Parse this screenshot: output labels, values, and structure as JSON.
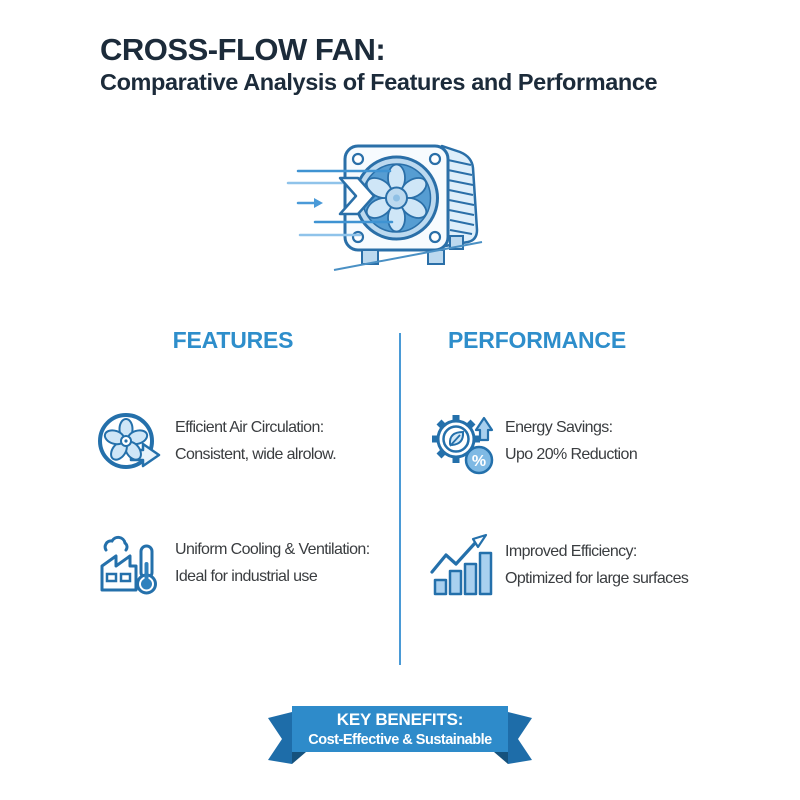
{
  "header": {
    "title": "CROSS-FLOW FAN:",
    "subtitle": "Comparative Analysis of Features and Performance"
  },
  "illustration": {
    "name": "cross-flow fan with airflow arrows"
  },
  "features": {
    "heading": "FEATURES",
    "items": [
      {
        "icon": "fan-circulation-icon",
        "line1": "Efficient Air Circulation:",
        "line2": "Consistent, wide alrolow."
      },
      {
        "icon": "factory-thermometer-icon",
        "line1": "Uniform Cooling & Ventilation:",
        "line2": "Ideal for industrial use"
      }
    ]
  },
  "performance": {
    "heading": "PERFORMANCE",
    "items": [
      {
        "icon": "gear-leaf-percent-icon",
        "line1": "Energy Savings:",
        "line2": "Upo 20% Reduction"
      },
      {
        "icon": "bar-chart-growth-icon",
        "line1": "Improved Efficiency:",
        "line2": "Optimized for large surfaces"
      }
    ]
  },
  "ribbon": {
    "title": "KEY BENEFITS:",
    "subtitle": "Cost-Effective & Sustainable"
  },
  "icons": {
    "percent_label": "%"
  },
  "colors": {
    "title_navy": "#1c2b3a",
    "accent_blue": "#2e8ecb",
    "body_text": "#3a3d40",
    "icon_outline": "#2470ab",
    "icon_fill_light": "#cfe6f7",
    "divider_blue": "#4a9ad6",
    "ribbon_main": "#2e8bca",
    "ribbon_dark": "#1e6da9",
    "ribbon_fold": "#15527d"
  }
}
